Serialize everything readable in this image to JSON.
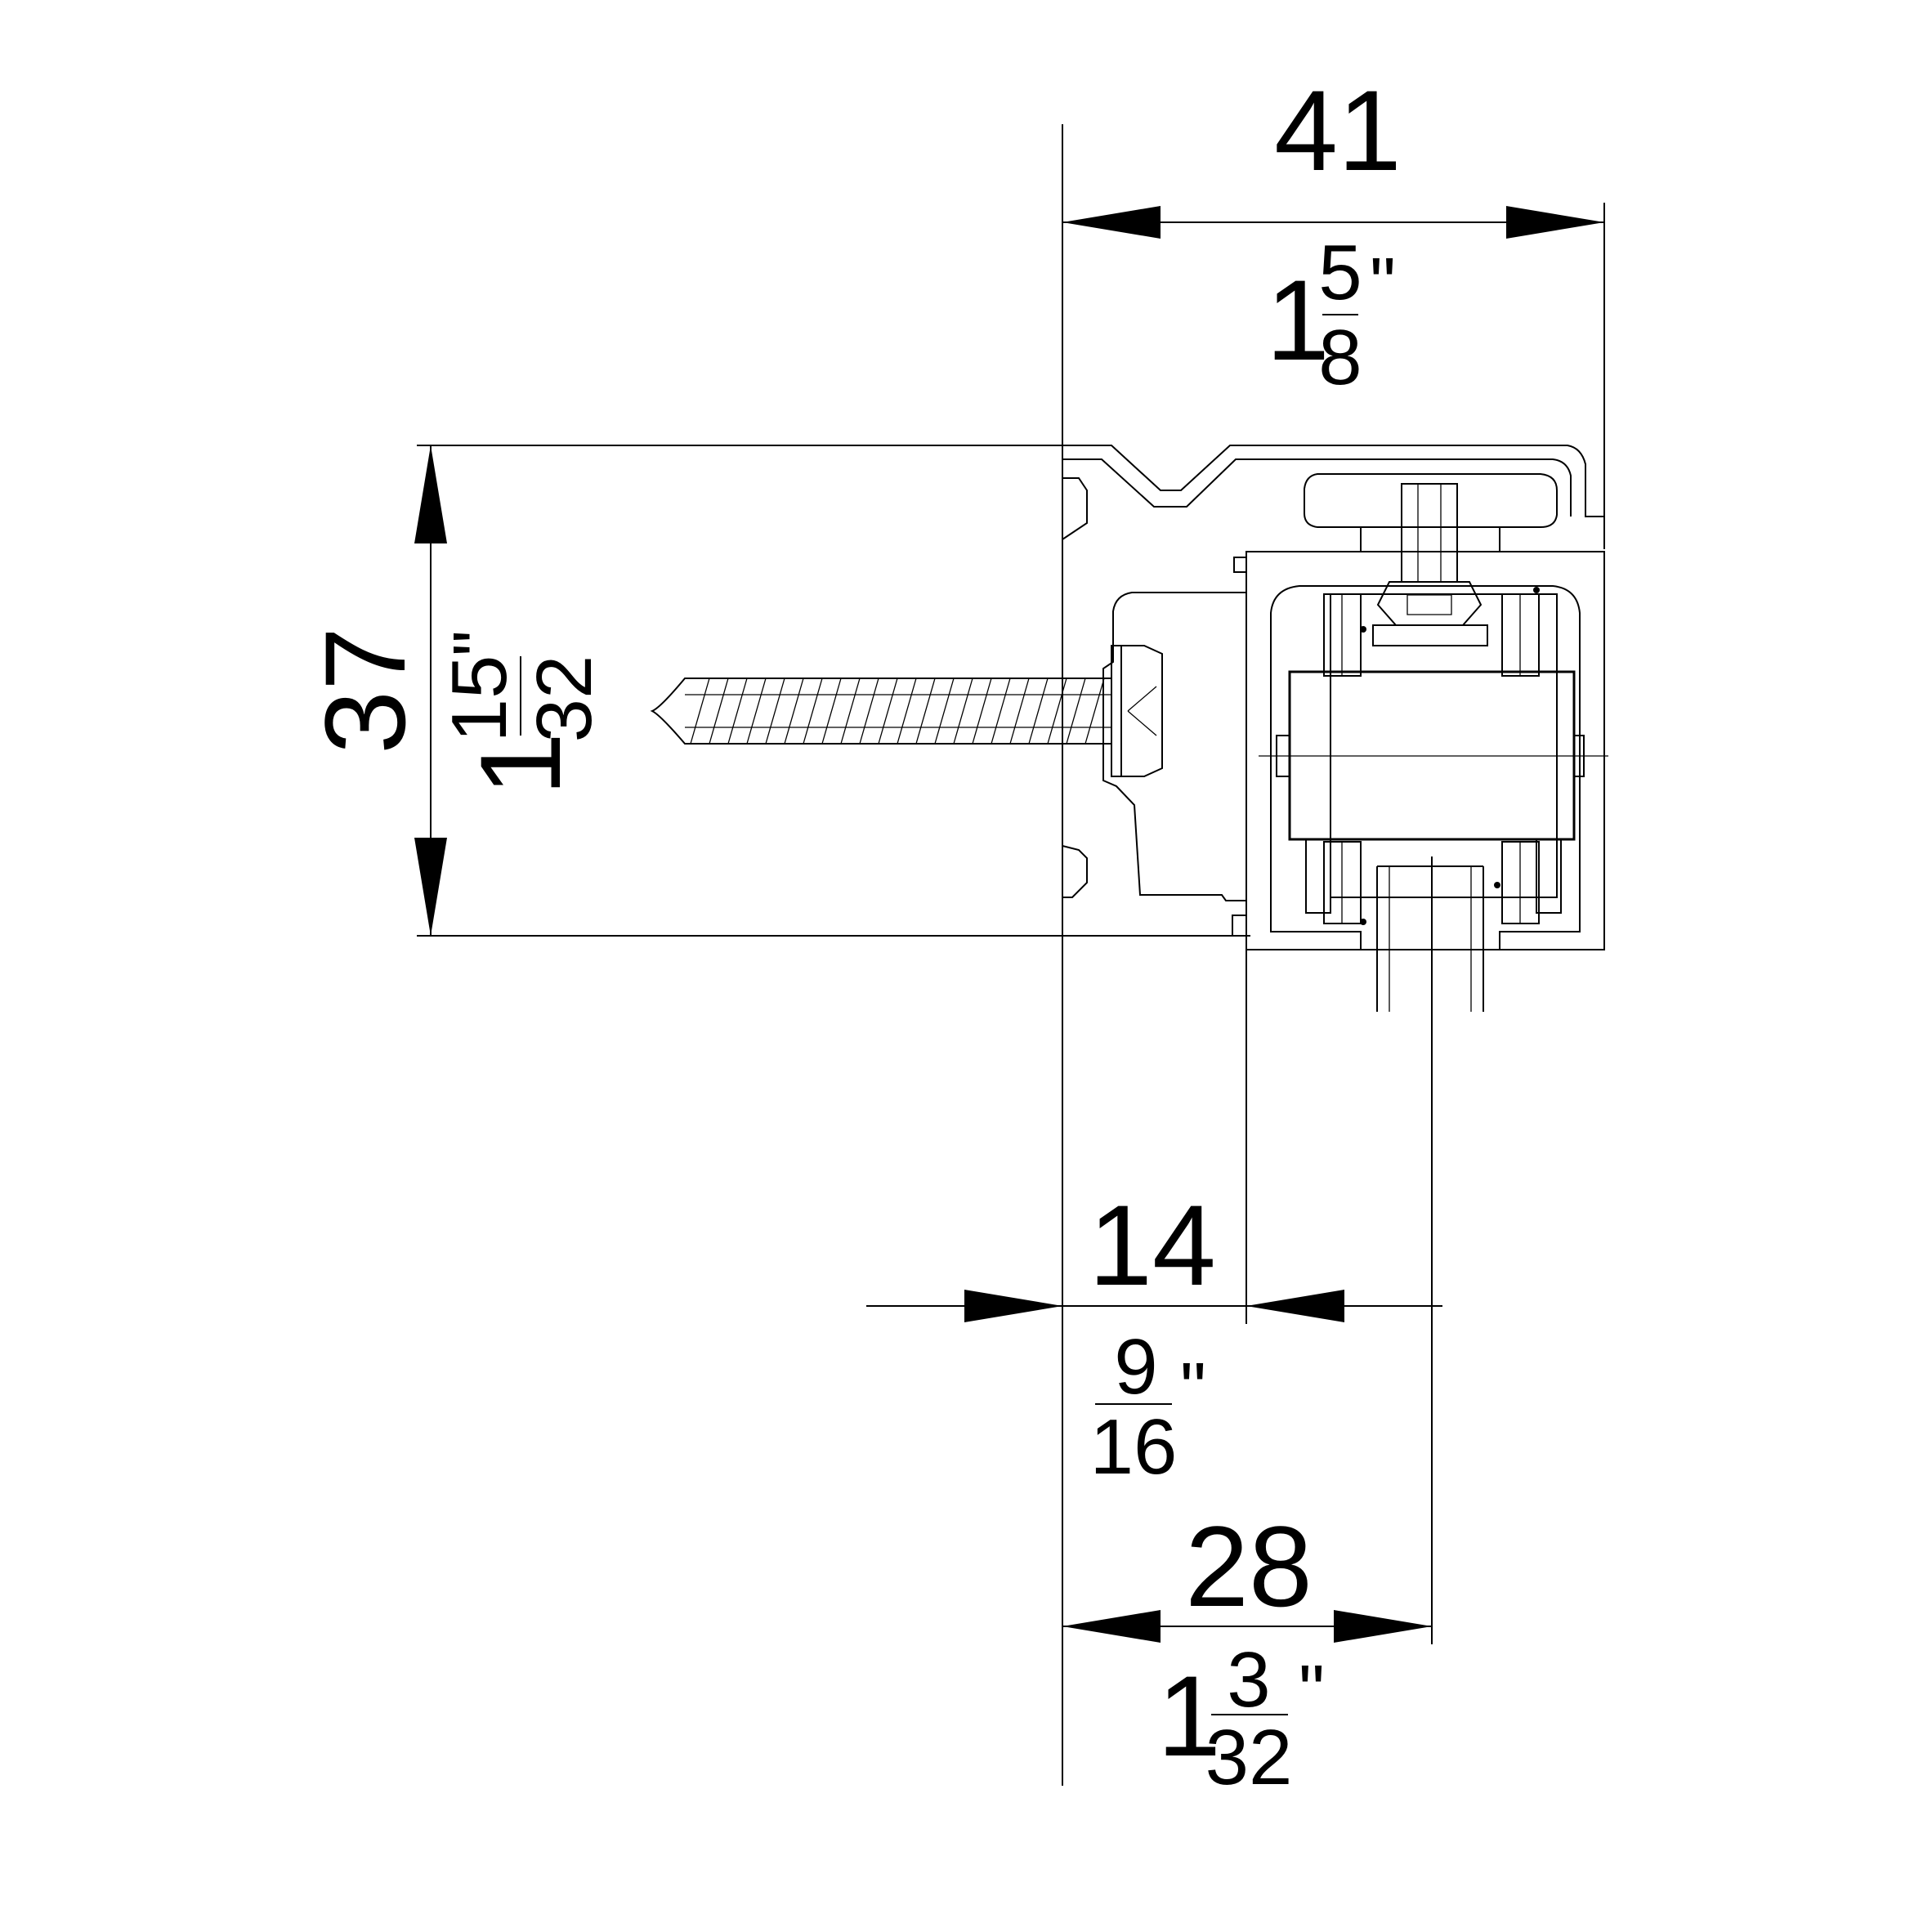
{
  "dimensions": {
    "width_top": {
      "metric": "41",
      "imperial_whole": "1",
      "imperial_num": "5",
      "imperial_den": "8",
      "inch_mark": "\""
    },
    "height_left": {
      "metric": "37",
      "imperial_whole": "1",
      "imperial_num": "15",
      "imperial_den": "32",
      "inch_mark": "\""
    },
    "offset_bottom": {
      "metric": "14",
      "imperial_num": "9",
      "imperial_den": "16",
      "inch_mark": "\""
    },
    "center_bottom": {
      "metric": "28",
      "imperial_whole": "1",
      "imperial_num": "3",
      "imperial_den": "32",
      "inch_mark": "\""
    }
  }
}
